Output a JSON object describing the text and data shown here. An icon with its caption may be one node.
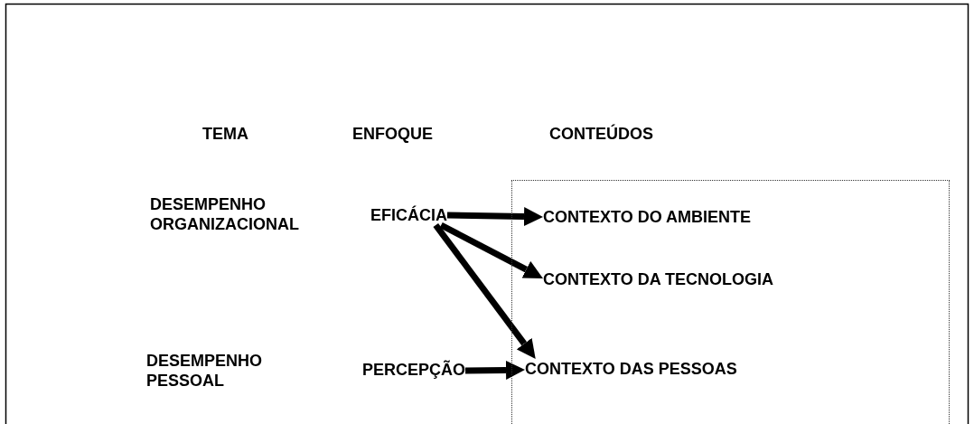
{
  "diagram": {
    "nodes": [
      {
        "text": [
          "EFICÁCIA"
        ]
      },
      {
        "text": [],
        "shape": "box"
      },
      {
        "text": [
          "CONTEXTO DO AMBIENTE"
        ],
        "in": 1
      },
      {
        "text": [
          "CONTEXTO DA TECNOLOGIA"
        ],
        "in": 1
      },
      {
        "text": [
          "PERCEPÇÃO"
        ]
      },
      {
        "text": [
          "CONTEXTO DAS PESSOAS"
        ],
        "in": 1
      }
    ],
    "edges": [
      {
        "from": 0,
        "to": 2,
        "arrow": "to"
      },
      {
        "from": 0,
        "to": 3,
        "arrow": "to"
      },
      {
        "from": 0,
        "to": 5,
        "arrow": "to"
      },
      {
        "from": 4,
        "to": 5,
        "arrow": "to"
      }
    ],
    "labels": [
      "TEMA",
      "ENFOQUE",
      "CONTEÚDOS",
      "DESEMPENHO ORGANIZACIONAL",
      "DESEMPENHO PESSOAL"
    ]
  }
}
